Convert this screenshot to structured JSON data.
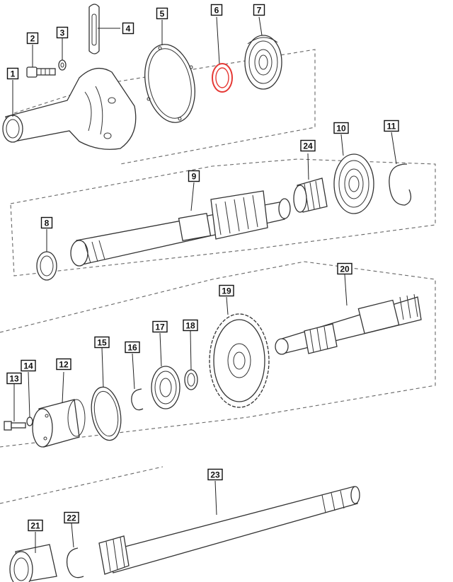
{
  "highlight": {
    "selected_color": "#e53935",
    "hover_color": "#7b3fa0",
    "default_color": "#111111"
  },
  "callouts": [
    {
      "id": "1",
      "state": "default"
    },
    {
      "id": "2",
      "state": "default"
    },
    {
      "id": "3",
      "state": "default"
    },
    {
      "id": "4",
      "state": "default"
    },
    {
      "id": "5",
      "state": "default"
    },
    {
      "id": "6",
      "state": "selected"
    },
    {
      "id": "7",
      "state": "default"
    },
    {
      "id": "8",
      "state": "hover"
    },
    {
      "id": "9",
      "state": "default"
    },
    {
      "id": "10",
      "state": "default"
    },
    {
      "id": "11",
      "state": "default"
    },
    {
      "id": "12",
      "state": "default"
    },
    {
      "id": "13",
      "state": "default"
    },
    {
      "id": "14",
      "state": "default"
    },
    {
      "id": "15",
      "state": "default"
    },
    {
      "id": "16",
      "state": "default"
    },
    {
      "id": "17",
      "state": "default"
    },
    {
      "id": "18",
      "state": "default"
    },
    {
      "id": "19",
      "state": "default"
    },
    {
      "id": "20",
      "state": "default"
    },
    {
      "id": "21",
      "state": "default"
    },
    {
      "id": "22",
      "state": "default"
    },
    {
      "id": "23",
      "state": "default"
    },
    {
      "id": "24",
      "state": "default"
    }
  ]
}
